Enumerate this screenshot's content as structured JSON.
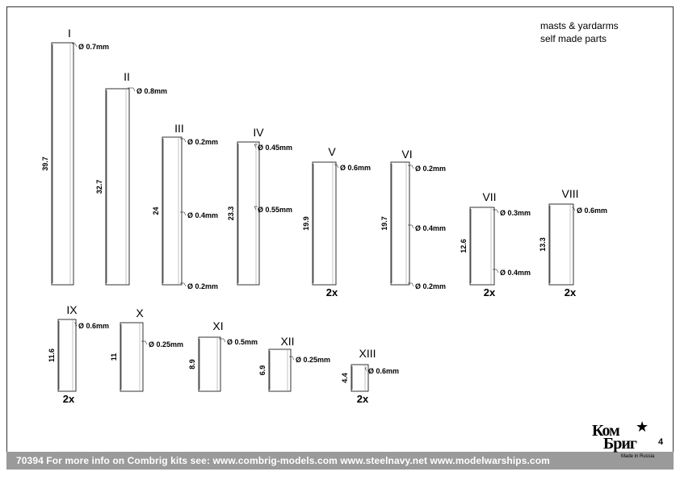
{
  "title": {
    "line1": "masts & yardarms",
    "line2": "self made parts"
  },
  "parts": [
    {
      "id": "I",
      "length": "39.7",
      "diameters": [
        "Ø 0.7mm"
      ]
    },
    {
      "id": "II",
      "length": "32.7",
      "diameters": [
        "Ø 0.8mm"
      ]
    },
    {
      "id": "III",
      "length": "24",
      "diameters": [
        "Ø 0.2mm",
        "Ø 0.4mm",
        "Ø 0.2mm"
      ]
    },
    {
      "id": "IV",
      "length": "23.3",
      "diameters": [
        "Ø 0.45mm",
        "Ø 0.55mm"
      ]
    },
    {
      "id": "V",
      "length": "19.9",
      "diameters": [
        "Ø 0.6mm"
      ],
      "qty": "2x"
    },
    {
      "id": "VI",
      "length": "19.7",
      "diameters": [
        "Ø 0.2mm",
        "Ø 0.4mm",
        "Ø 0.2mm"
      ]
    },
    {
      "id": "VII",
      "length": "12.6",
      "diameters": [
        "Ø 0.3mm",
        "Ø 0.4mm"
      ],
      "qty": "2x"
    },
    {
      "id": "VIII",
      "length": "13.3",
      "diameters": [
        "Ø 0.6mm"
      ],
      "qty": "2x"
    },
    {
      "id": "IX",
      "length": "11.6",
      "diameters": [
        "Ø 0.6mm"
      ],
      "qty": "2x"
    },
    {
      "id": "X",
      "length": "11",
      "diameters": [
        "Ø 0.25mm"
      ]
    },
    {
      "id": "XI",
      "length": "8.9",
      "diameters": [
        "Ø 0.5mm"
      ]
    },
    {
      "id": "XII",
      "length": "6.9",
      "diameters": [
        "Ø 0.25mm"
      ]
    },
    {
      "id": "XIII",
      "length": "4.4",
      "diameters": [
        "Ø 0.6mm"
      ],
      "qty": "2x"
    }
  ],
  "footer": {
    "text": "70394   For more info on Combrig kits see: www.combrig-models.com www.steelnavy.net  www.modelwarships.com"
  },
  "page_number": "4",
  "logo": {
    "line1": "Ком",
    "line2": "Бриг",
    "tagline": "Made in Russia",
    "star": "★"
  }
}
